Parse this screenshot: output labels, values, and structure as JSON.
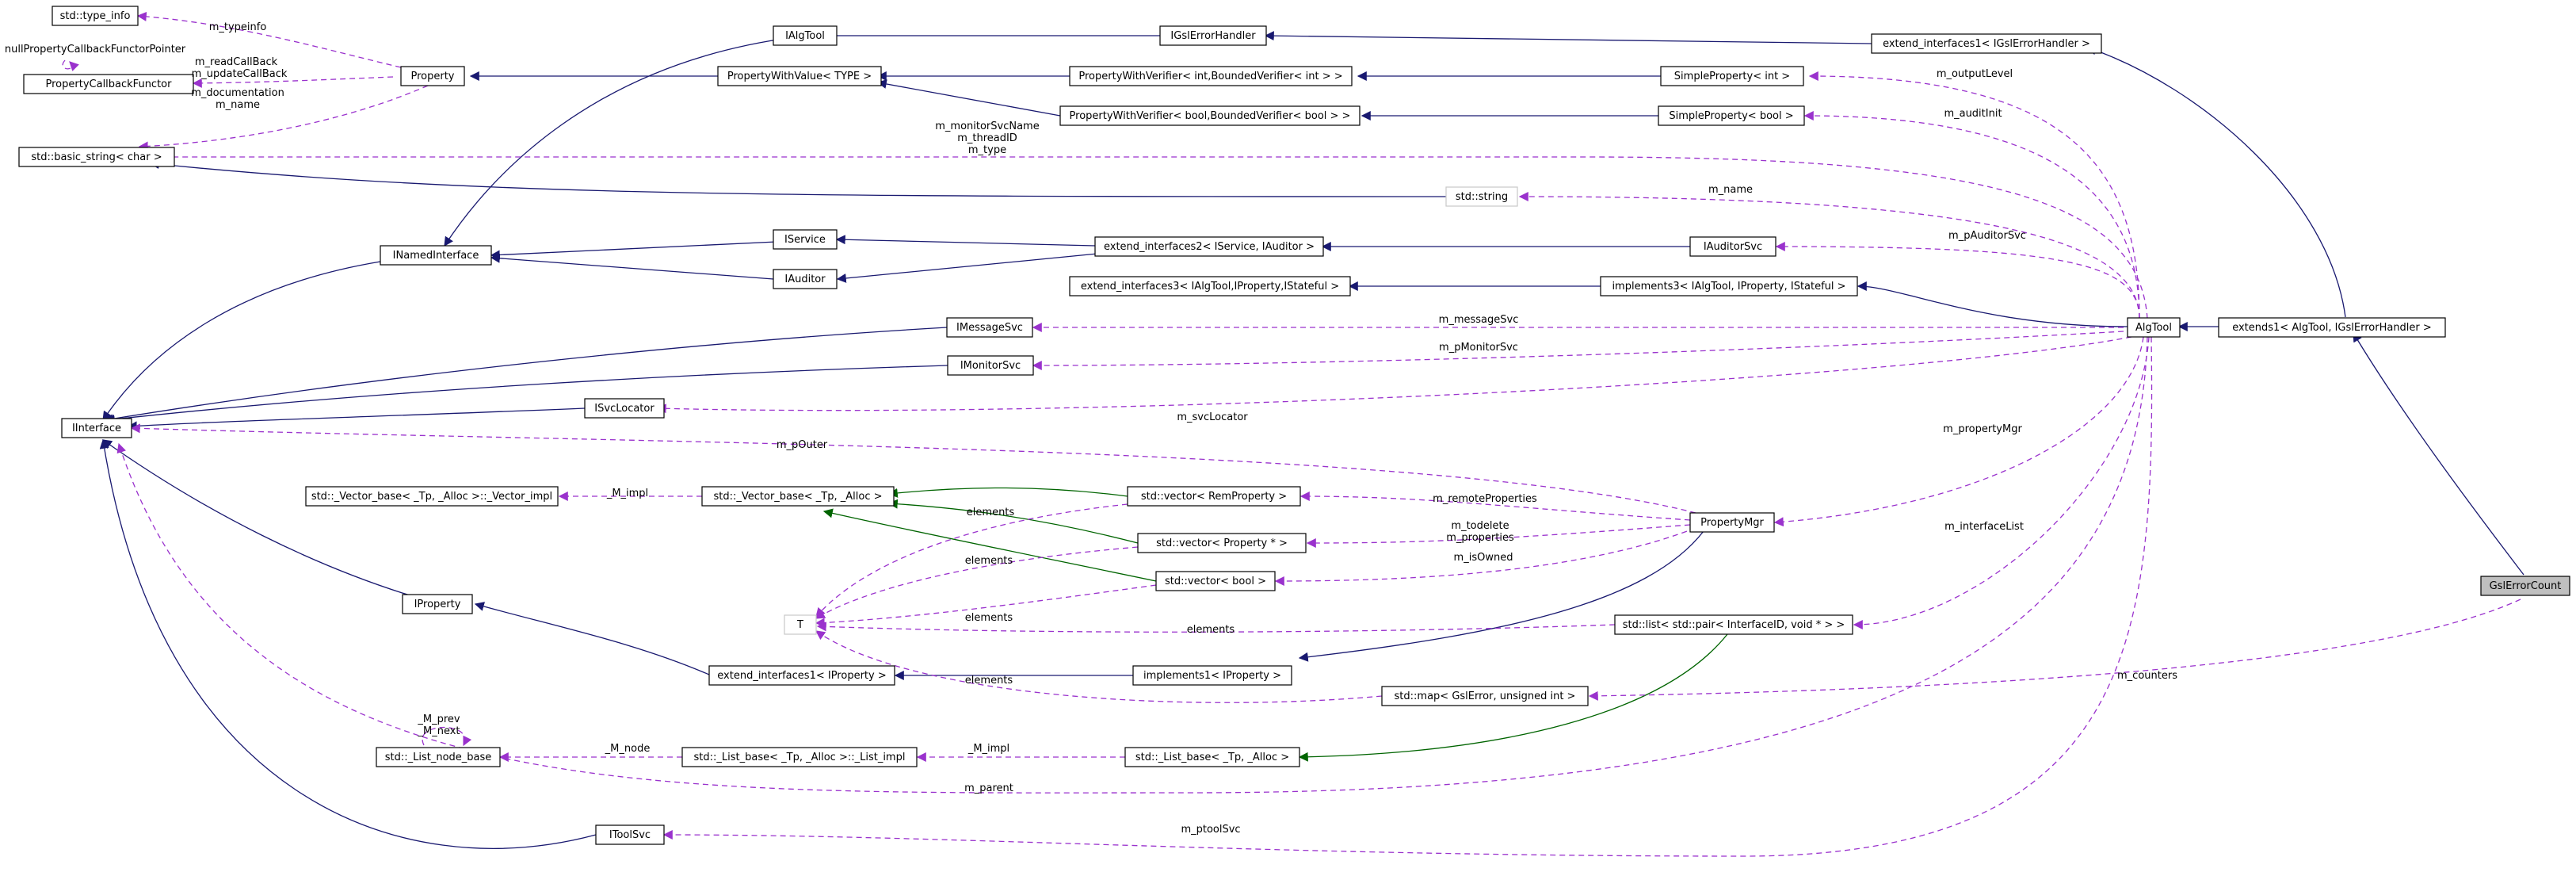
{
  "colors": {
    "inheritance": "#191970",
    "template": "#006400",
    "usage": "#9a32cd",
    "focus_fill": "#bfbfbf"
  },
  "nodes": {
    "std_type_info": "std::type_info",
    "null_property_callback_functor_pointer": "nullPropertyCallbackFunctorPointer",
    "property_callback_functor": "PropertyCallbackFunctor",
    "property": "Property",
    "std_basic_string": "std::basic_string< char >",
    "ialg_tool_iface": "IAlgTool",
    "ignsi_error_handler": "IGslErrorHandler",
    "extend_interfaces1_gsl": "extend_interfaces1< IGslErrorHandler >",
    "property_with_value": "PropertyWithValue< TYPE >",
    "property_with_verifier_int": "PropertyWithVerifier< int,BoundedVerifier< int > >",
    "simple_property_int": "SimpleProperty< int >",
    "property_with_verifier_bool": "PropertyWithVerifier< bool,BoundedVerifier< bool > >",
    "simple_property_bool": "SimpleProperty< bool >",
    "std_string": "std::string",
    "inamed_interface": "INamedInterface",
    "iservice": "IService",
    "extend_interfaces2": "extend_interfaces2< IService, IAuditor >",
    "iauditor_svc": "IAuditorSvc",
    "iauditor": "IAuditor",
    "extend_interfaces3": "extend_interfaces3< IAlgTool,IProperty,IStateful >",
    "implements3": "implements3< IAlgTool, IProperty, IStateful >",
    "imessage_svc": "IMessageSvc",
    "algtool": "AlgTool",
    "extends1": "extends1< AlgTool, IGslErrorHandler >",
    "imonitor_svc": "IMonitorSvc",
    "isvc_locator": "ISvcLocator",
    "iinterface": "IInterface",
    "vector_impl": "std::_Vector_base< _Tp, _Alloc >::_Vector_impl",
    "vector_base": "std::_Vector_base< _Tp, _Alloc >",
    "vector_remprop": "std::vector< RemProperty >",
    "property_mgr": "PropertyMgr",
    "vector_property_ptr": "std::vector< Property * >",
    "vector_bool": "std::vector< bool >",
    "gsl_error_count": "GslErrorCount",
    "iproperty": "IProperty",
    "t_param": "T",
    "std_list": "std::list< std::pair< InterfaceID, void * > >",
    "extend_interfaces1_iprop": "extend_interfaces1< IProperty >",
    "implements1": "implements1< IProperty >",
    "std_map": "std::map< GslError, unsigned int >",
    "list_node_base": "std::_List_node_base",
    "list_impl": "std::_List_base< _Tp, _Alloc >::_List_impl",
    "list_base": "std::_List_base< _Tp, _Alloc >",
    "itool_svc": "IToolSvc"
  },
  "edge_labels": {
    "m_typeinfo": "m_typeinfo",
    "m_readcallback": "m_readCallBack",
    "m_updatecallback": "m_updateCallBack",
    "m_documentation": "m_documentation",
    "m_name_prop": "m_name",
    "m_monitorsvcname": "m_monitorSvcName",
    "m_threadid": "m_threadID",
    "m_type": "m_type",
    "m_outputlevel": "m_outputLevel",
    "m_auditinit": "m_auditInit",
    "m_name": "m_name",
    "m_pauditorsvc": "m_pAuditorSvc",
    "m_messagesvc": "m_messageSvc",
    "m_pmonitorsvc": "m_pMonitorSvc",
    "m_svclocator": "m_svcLocator",
    "m_pouter": "m_pOuter",
    "m_propertymgr": "m_propertyMgr",
    "m_impl_vec": "_M_impl",
    "m_remoteproperties": "m_remoteProperties",
    "m_todelete": "m_todelete",
    "m_properties": "m_properties",
    "m_isowned": "m_isOwned",
    "m_interfacelist": "m_interfaceList",
    "elements_1": "elements",
    "elements_2": "elements",
    "elements_3": "elements",
    "elements_4": "elements",
    "elements_5": "elements",
    "m_counters": "m_counters",
    "m_prev": "_M_prev",
    "m_next": "_M_next",
    "m_node": "_M_node",
    "m_impl_list": "_M_impl",
    "m_parent": "m_parent",
    "m_ptoolsvc": "m_ptoolSvc"
  }
}
